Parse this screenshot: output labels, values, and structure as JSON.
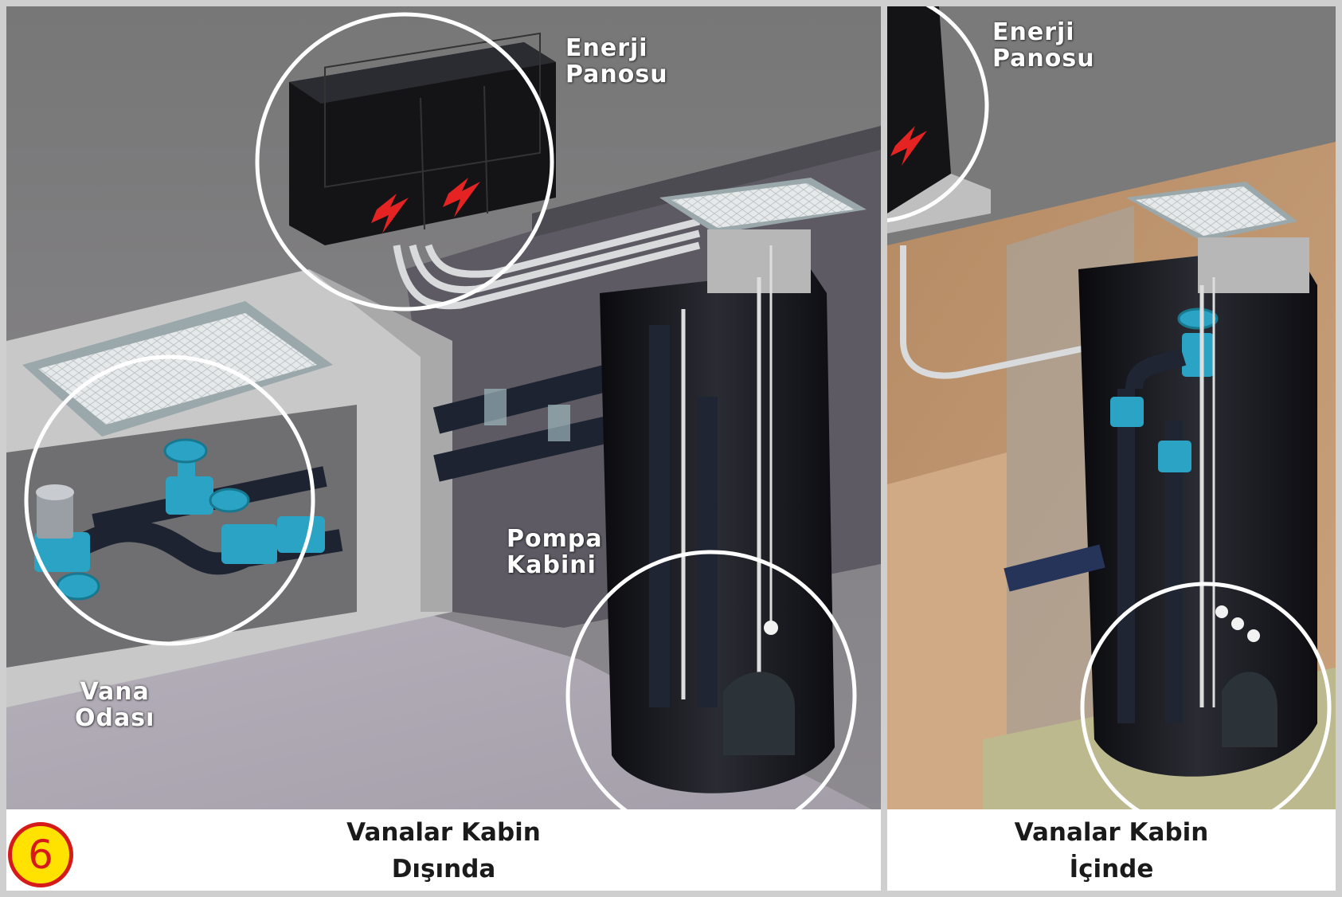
{
  "left_panel": {
    "labels": {
      "energy_panel": [
        "Enerji",
        "Panosu"
      ],
      "pump_cabin": [
        "Pompa",
        "Kabini"
      ],
      "valve_room": [
        "Vana",
        "Odası"
      ]
    },
    "caption": [
      "Vanalar Kabin",
      "Dışında"
    ]
  },
  "right_panel": {
    "labels": {
      "energy_panel": [
        "Enerji",
        "Panosu"
      ]
    },
    "caption": [
      "Vanalar Kabin",
      "İçinde"
    ]
  },
  "badge": "6",
  "colors": {
    "valve": "#2aa3c4",
    "pipe": "#1d2330",
    "soil": "#c29a74",
    "concrete": "#bdbdbd",
    "lightning": "#e52323",
    "highlight_circle": "#ffffff"
  }
}
